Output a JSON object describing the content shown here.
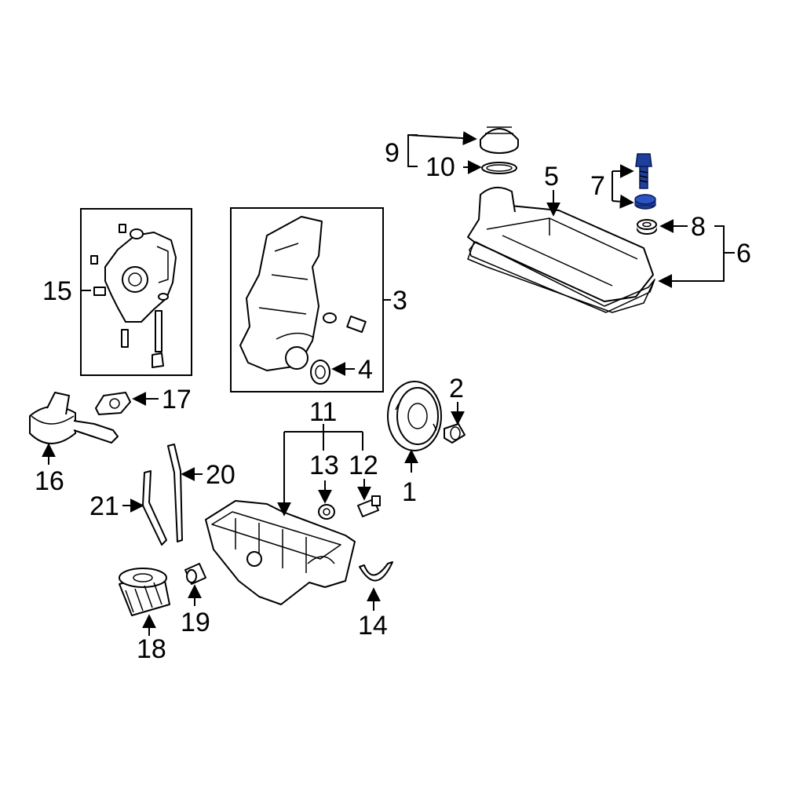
{
  "callouts": {
    "c1": "1",
    "c2": "2",
    "c3": "3",
    "c4": "4",
    "c5": "5",
    "c6": "6",
    "c7": "7",
    "c8": "8",
    "c9": "9",
    "c10": "10",
    "c11": "11",
    "c12": "12",
    "c13": "13",
    "c14": "14",
    "c15": "15",
    "c16": "16",
    "c17": "17",
    "c18": "18",
    "c19": "19",
    "c20": "20",
    "c21": "21"
  },
  "colors": {
    "highlight": "#1f3f9c",
    "line": "#000000",
    "background": "#ffffff"
  }
}
